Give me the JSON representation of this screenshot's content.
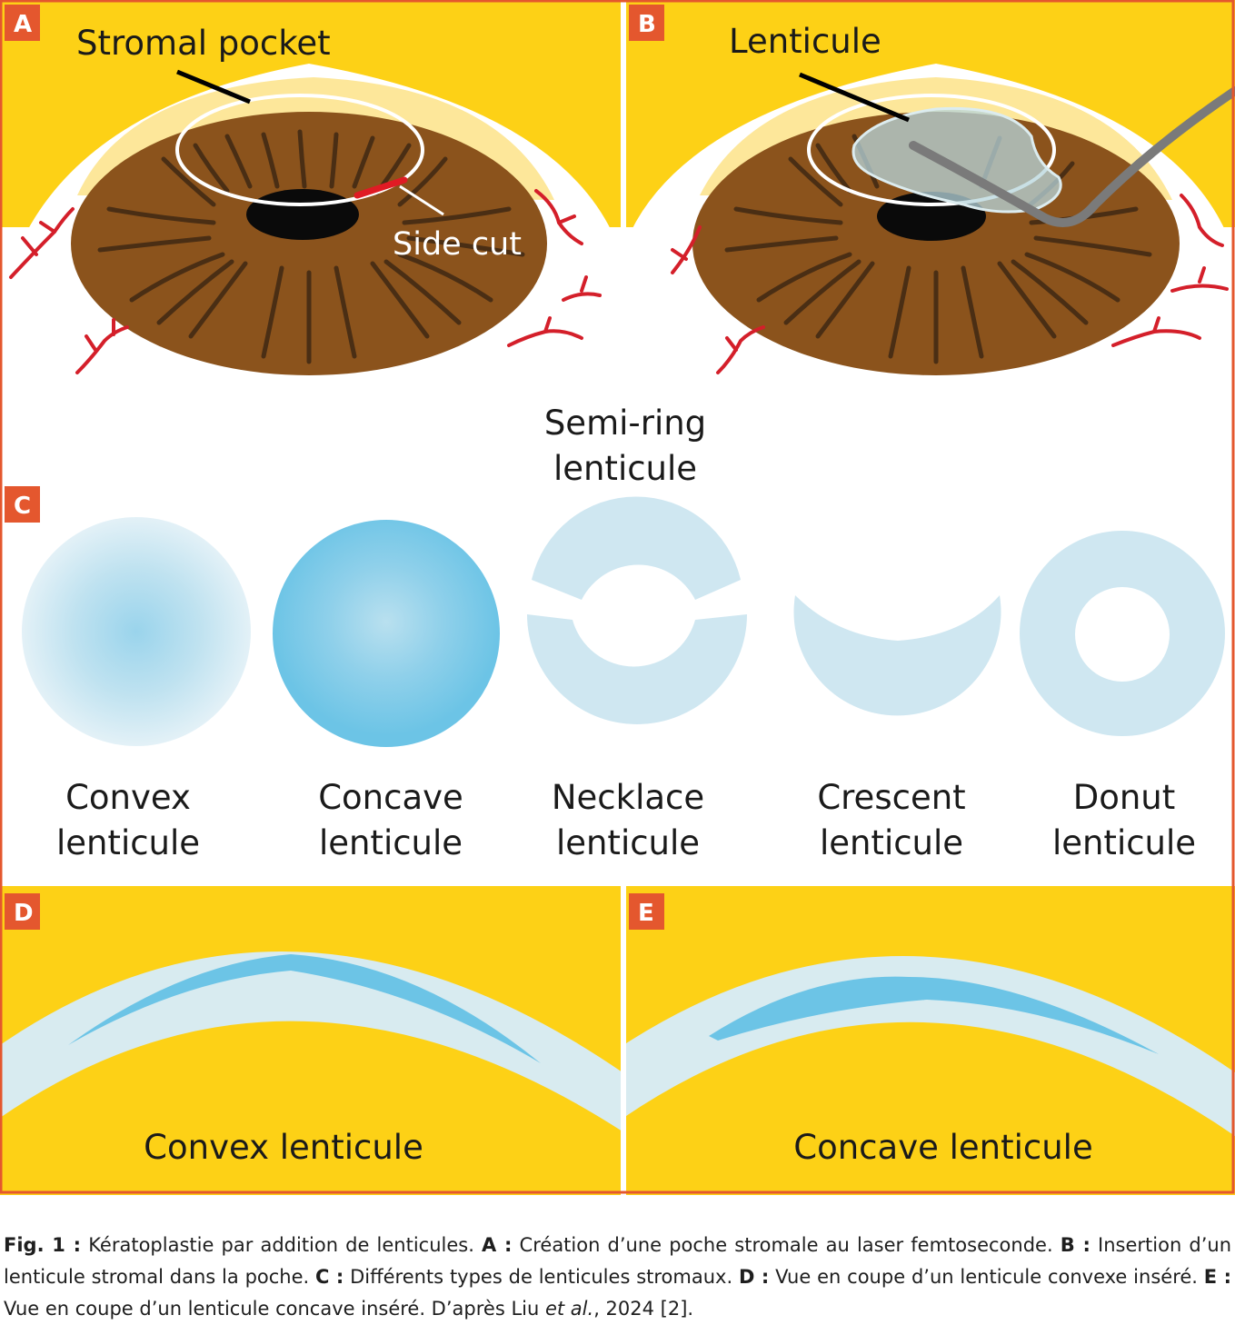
{
  "panels": {
    "A": {
      "letter": "A",
      "label_pocket": "Stromal pocket",
      "label_sidecut": "Side cut"
    },
    "B": {
      "letter": "B",
      "label_lenticule": "Lenticule"
    },
    "C": {
      "letter": "C",
      "semi_ring_line1": "Semi-ring",
      "semi_ring_line2": "lenticule",
      "shapes": [
        {
          "line1": "Convex",
          "line2": "lenticule"
        },
        {
          "line1": "Concave",
          "line2": "lenticule"
        },
        {
          "line1": "Necklace",
          "line2": "lenticule"
        },
        {
          "line1": "Crescent",
          "line2": "lenticule"
        },
        {
          "line1": "Donut",
          "line2": "lenticule"
        }
      ]
    },
    "D": {
      "letter": "D",
      "label": "Convex lenticule"
    },
    "E": {
      "letter": "E",
      "label": "Concave lenticule"
    }
  },
  "caption": {
    "fig_label": "Fig. 1 :",
    "intro": " Kératoplastie par addition de lenticules. ",
    "a_label": "A :",
    "a_text": " Création d’une poche stromale au laser femtoseconde. ",
    "b_label": "B :",
    "b_text": " Insertion d’un lenticule stromal dans la poche. ",
    "c_label": "C :",
    "c_text": " Différents types de lenticules stromaux. ",
    "d_label": "D :",
    "d_text": " Vue en coupe d’un lenticule convexe inséré. ",
    "e_label": "E :",
    "e_text": " Vue en coupe d’un lenticule concave inséré. D’après Liu ",
    "etal": "et al.",
    "ref": ", 2024 [2]."
  },
  "colors": {
    "frame": "#e4572e",
    "badge": "#e4572e",
    "sclera_yellow": "#fdd116",
    "iris": "#8b531c",
    "iris_stripes": "#4a2e14",
    "pupil": "#0a0a0a",
    "vessels": "#d41f2a",
    "lenticule_light": "#cfe7f1",
    "lenticule_dark": "#6cc4e6"
  }
}
